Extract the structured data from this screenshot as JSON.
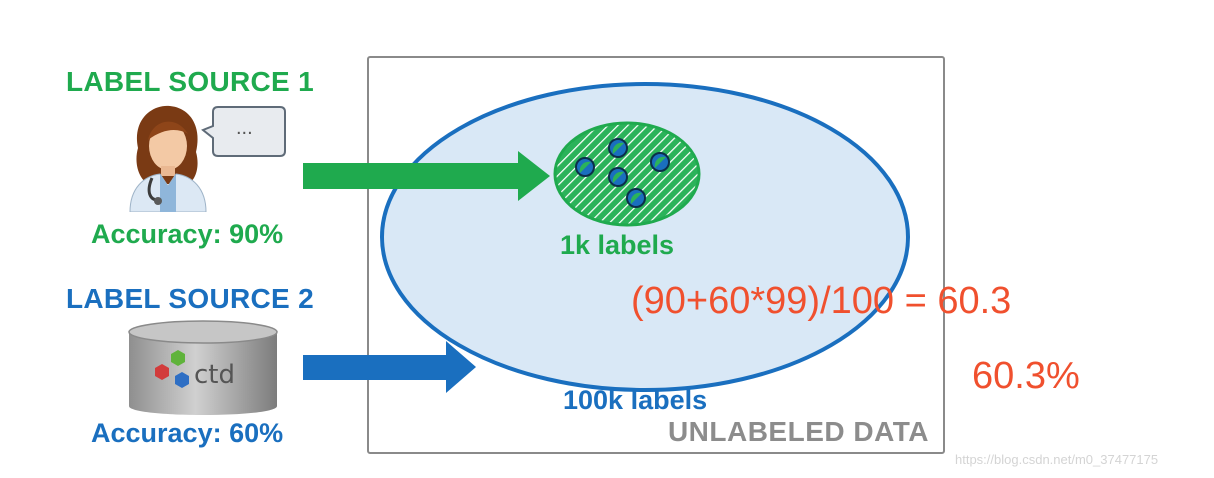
{
  "label_source_1": {
    "title": "LABEL SOURCE 1",
    "speech_text": "...",
    "accuracy": "Accuracy: 90%",
    "icon": "doctor-icon",
    "color": "#1faa4e"
  },
  "label_source_2": {
    "title": "LABEL SOURCE 2",
    "db_text": "ctd",
    "accuracy": "Accuracy: 60%",
    "icon": "database-icon",
    "color": "#1a6fbf"
  },
  "unlabeled_data": {
    "title": "UNLABELED DATA",
    "small_set_label": "1k labels",
    "large_set_label": "100k labels"
  },
  "annotations": {
    "formula": "(90+60*99)/100 = 60.3",
    "result": "60.3%",
    "color": "#f0502e"
  },
  "watermark": "https://blog.csdn.net/m0_37477175"
}
